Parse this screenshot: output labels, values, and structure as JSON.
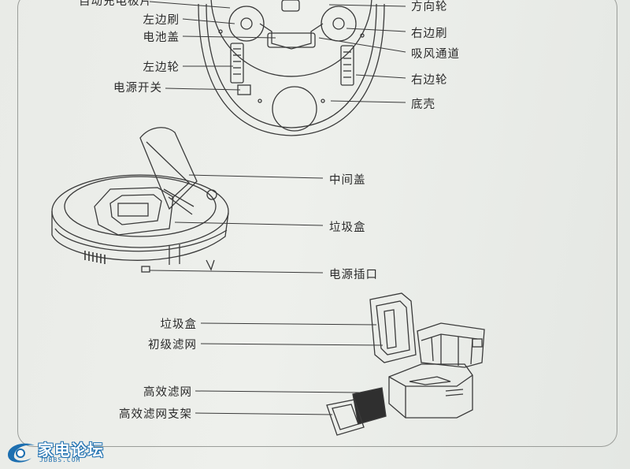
{
  "labels": {
    "top_cut": "自动充电极片",
    "left_brush": "左边刷",
    "battery_cover": "电池盖",
    "left_wheel": "左边轮",
    "power_switch": "电源开关",
    "direction_wheel": "方向轮",
    "right_brush": "右边刷",
    "suction_channel": "吸风通道",
    "right_wheel": "右边轮",
    "bottom_shell": "底壳",
    "middle_cover": "中间盖",
    "dust_box": "垃圾盒",
    "power_socket": "电源插口",
    "dust_box_2": "垃圾盒",
    "primary_filter": "初级滤网",
    "hepa_filter": "高效滤网",
    "hepa_filter_holder": "高效滤网支架"
  },
  "watermark": {
    "title": "家电论坛",
    "subtitle": "JDBBS.COM"
  },
  "colors": {
    "paper": "#eceeea",
    "ink": "#2b2b2b",
    "line": "#3a3a3a",
    "brand": "#1d6fb0"
  }
}
